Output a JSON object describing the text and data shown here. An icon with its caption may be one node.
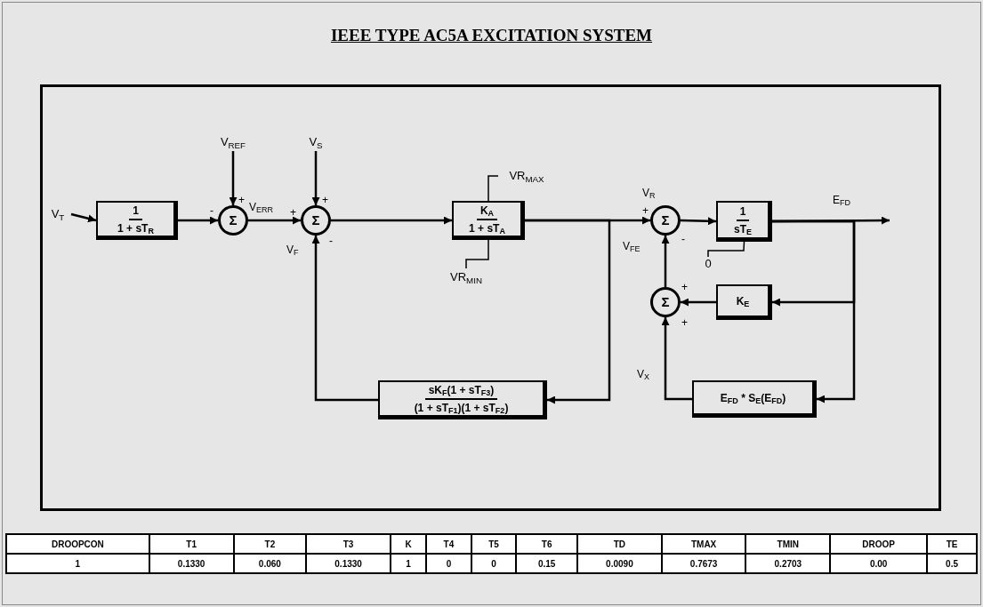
{
  "diagram": {
    "title": "IEEE TYPE AC5A EXCITATION SYSTEM",
    "nodes": [
      {
        "text": [
          "V$_{T}$"
        ]
      },
      {
        "text": [
          "1",
          "1 + sT$_{R}$"
        ]
      },
      {
        "text": [
          "Σ"
        ]
      },
      {
        "text": [
          "V$_{REF}$"
        ]
      },
      {
        "text": [
          "Σ"
        ]
      },
      {
        "text": [
          "V$_{S}$"
        ]
      },
      {
        "text": [
          "K$_{A}$",
          "1 + sT$_{A}$"
        ]
      },
      {
        "text": [
          "VR$_{MAX}$"
        ]
      },
      {
        "text": [
          "VR$_{MIN}$"
        ]
      },
      {
        "text": [
          "Σ"
        ]
      },
      {
        "text": [
          "1",
          "sT$_{E}$"
        ]
      },
      {
        "text": [
          "0"
        ]
      },
      {
        "text": [
          "K$_{E}$"
        ]
      },
      {
        "text": [
          "Σ"
        ]
      },
      {
        "text": [
          "E$_{FD}$ * S$_{E}$(E$_{FD}$)"
        ]
      },
      {
        "text": [
          "sK$_{F}$(1 + sT$_{F3}$)",
          "(1 + sT$_{F1}$)(1 + sT$_{F2}$)"
        ]
      }
    ],
    "edges": [
      {
        "from": 0,
        "to": 1,
        "arrow": "to"
      },
      {
        "from": 1,
        "to": 2,
        "arrow": "to"
      },
      {
        "from": 3,
        "to": 2,
        "arrow": "to"
      },
      {
        "from": 2,
        "to": 4,
        "arrow": "to"
      },
      {
        "from": 5,
        "to": 4,
        "arrow": "to"
      },
      {
        "from": 4,
        "to": 6,
        "arrow": "to"
      },
      {
        "from": 6,
        "to": 9,
        "arrow": "to"
      },
      {
        "from": 9,
        "to": 10,
        "arrow": "to"
      },
      {
        "from": 10,
        "to": null,
        "arrow": "to"
      },
      {
        "from": 10,
        "to": 12,
        "arrow": "to"
      },
      {
        "from": 10,
        "to": 14,
        "arrow": "to"
      },
      {
        "from": 12,
        "to": 13,
        "arrow": "to"
      },
      {
        "from": 14,
        "to": 13,
        "arrow": "to"
      },
      {
        "from": 13,
        "to": 9,
        "arrow": "to"
      },
      {
        "from": 6,
        "to": 15,
        "arrow": "to"
      },
      {
        "from": 15,
        "to": 4,
        "arrow": "to"
      },
      {
        "from": 7,
        "to": 6,
        "arrow": "none"
      },
      {
        "from": 8,
        "to": 6,
        "arrow": "none"
      },
      {
        "from": 11,
        "to": 10,
        "arrow": "none"
      }
    ],
    "labels": [
      "+",
      "+",
      "-",
      "V$_{ERR}$",
      "+",
      "V$_{R}$",
      "E$_{FD}$",
      "+",
      "-",
      "V$_{F}$",
      "-",
      "V$_{FE}$",
      "+",
      "+",
      "V$_{X}$",
      "DROOPCON",
      "T1",
      "T2",
      "T3",
      "K",
      "T4",
      "T5",
      "T6",
      "TD",
      "TMAX",
      "TMIN",
      "DROOP",
      "TE",
      "1",
      "0.1330",
      "0.060",
      "0.1330",
      "1",
      "0",
      "0",
      "0.15",
      "0.0090",
      "0.7673",
      "0.2703",
      "0.00",
      "0.5"
    ]
  }
}
